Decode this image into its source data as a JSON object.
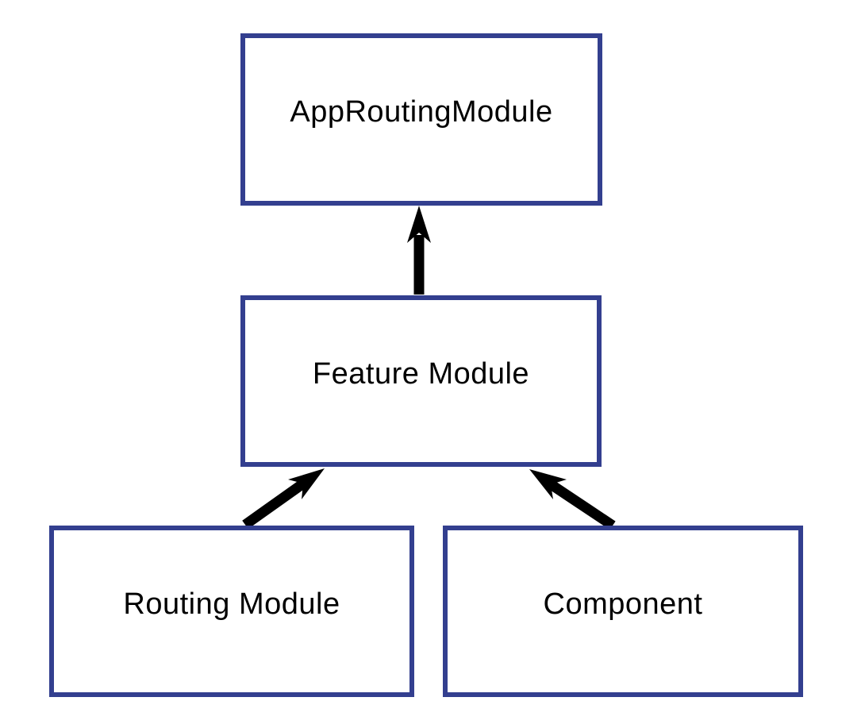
{
  "diagram": {
    "type": "module-hierarchy",
    "nodes": [
      {
        "id": "app-routing-module",
        "label": "AppRoutingModule"
      },
      {
        "id": "feature-module",
        "label": "Feature Module"
      },
      {
        "id": "routing-module",
        "label": "Routing Module"
      },
      {
        "id": "component",
        "label": "Component"
      }
    ],
    "edges": [
      {
        "from": "feature-module",
        "to": "app-routing-module",
        "style": "thick-black-arrow"
      },
      {
        "from": "routing-module",
        "to": "feature-module",
        "style": "thick-black-arrow"
      },
      {
        "from": "component",
        "to": "feature-module",
        "style": "thick-black-arrow"
      }
    ],
    "colors": {
      "box_border": "#333f8f",
      "box_fill": "#ffffff",
      "text": "#000000",
      "arrow": "#000000",
      "background": "#ffffff"
    }
  }
}
